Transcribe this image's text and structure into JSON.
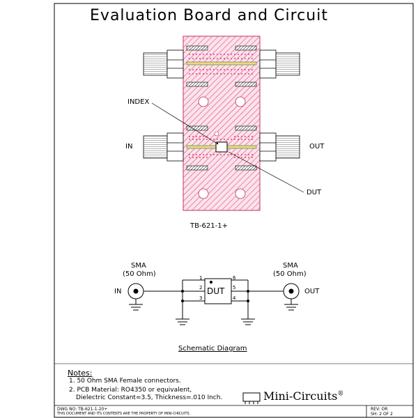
{
  "title": "Evaluation Board and Circuit",
  "board": {
    "index_label": "INDEX",
    "in_label": "IN",
    "out_label": "OUT",
    "dut_label": "DUT",
    "board_id": "TB-621-1+"
  },
  "schematic": {
    "title": "Schematic Diagram",
    "left_connector": {
      "name": "SMA",
      "impedance": "(50 Ohm)",
      "port": "IN"
    },
    "right_connector": {
      "name": "SMA",
      "impedance": "(50 Ohm)",
      "port": "OUT"
    },
    "dut_label": "DUT",
    "pins": {
      "p1": "1",
      "p2": "2",
      "p3": "3",
      "p4": "4",
      "p5": "5",
      "p6": "6"
    }
  },
  "notes": {
    "title": "Notes:",
    "items": [
      "1. 50 Ohm SMA Female connectors.",
      "2. PCB Material: RO4350 or equivalent,",
      "Dielectric Constant=3.5, Thickness=.010 Inch."
    ]
  },
  "brand": {
    "name": "Mini-Circuits",
    "mark": "®"
  },
  "title_block": {
    "drawing_number": "DWG NO: TB-621-1-20+",
    "property_notice": "THIS DOCUMENT AND ITS CONTENTS ARE THE PROPERTY OF MINI-CIRCUITS.",
    "revision": "REV: OR",
    "sheet": "SH: 2 OF 2"
  },
  "colors": {
    "board_pink": "#e0457a",
    "trace_green": "#4aa04a",
    "ink": "#000000"
  }
}
